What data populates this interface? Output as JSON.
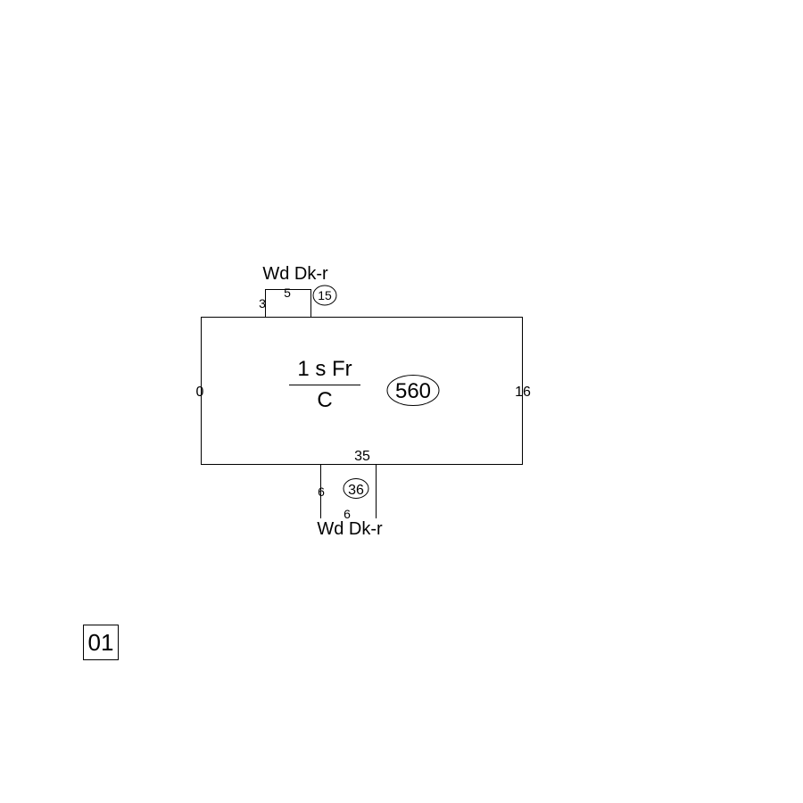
{
  "main_area": {
    "label": "1 s Fr",
    "construction": "C",
    "square_feet": "560",
    "dims": {
      "left": "0",
      "right": "16",
      "bottom": "35"
    }
  },
  "top_addition": {
    "label": "Wd Dk-r",
    "square_feet": "15",
    "dims": {
      "left": "3",
      "top": "5"
    }
  },
  "bottom_addition": {
    "label": "Wd Dk-r",
    "square_feet": "36",
    "dims": {
      "left": "6",
      "bottom": "6"
    }
  },
  "card": {
    "number": "01"
  }
}
